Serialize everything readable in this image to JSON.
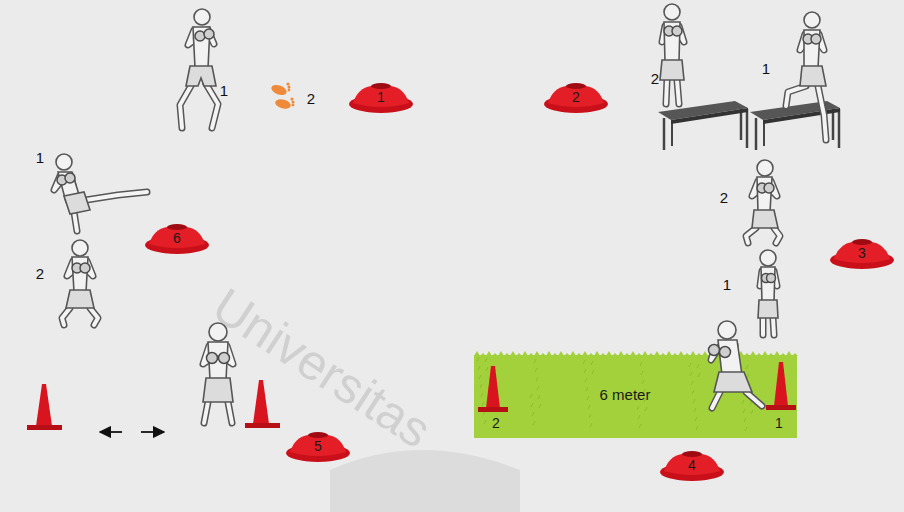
{
  "diagram": {
    "nodes": [
      {
        "text": [
          "1"
        ]
      },
      {
        "text": [
          "2"
        ]
      },
      {
        "text": [
          "3"
        ]
      },
      {
        "text": [
          "4"
        ]
      },
      {
        "text": [
          "5"
        ]
      },
      {
        "text": [
          "6"
        ]
      },
      {
        "text": [
          "6 meter",
          "2",
          "1"
        ]
      }
    ],
    "labels": [
      "1",
      "2",
      "2",
      "1",
      "1",
      "2",
      "2",
      "1",
      "Universitas"
    ]
  }
}
